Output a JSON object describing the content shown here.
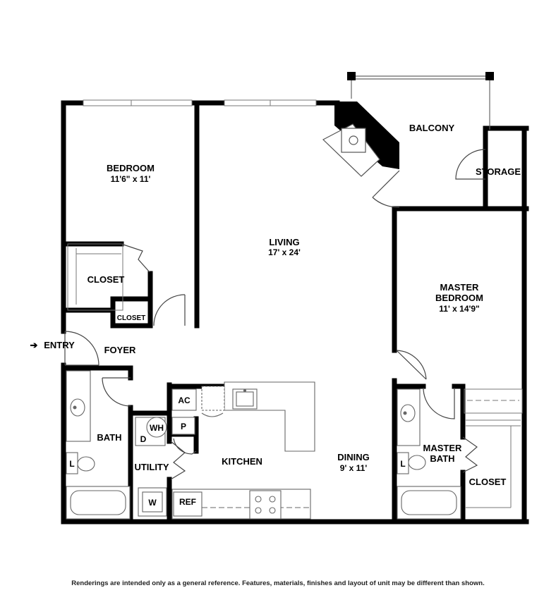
{
  "rooms": {
    "bedroom": {
      "name": "BEDROOM",
      "size": "11'6\" x 11'"
    },
    "living": {
      "name": "LIVING",
      "size": "17' x 24'"
    },
    "balcony": {
      "name": "BALCONY"
    },
    "storage": {
      "name": "STORAGE"
    },
    "master_bedroom": {
      "name_line1": "MASTER",
      "name_line2": "BEDROOM",
      "size": "11' x 14'9\""
    },
    "closet_bedroom": {
      "name": "CLOSET"
    },
    "closet_small": {
      "name": "CLOSET"
    },
    "foyer": {
      "name": "FOYER"
    },
    "entry": {
      "name": "ENTRY",
      "arrow": "➔"
    },
    "bath": {
      "name": "BATH"
    },
    "utility": {
      "name": "UTILITY"
    },
    "kitchen": {
      "name": "KITCHEN"
    },
    "dining": {
      "name": "DINING",
      "size": "9' x 11'"
    },
    "master_bath": {
      "name_line1": "MASTER",
      "name_line2": "BATH"
    },
    "closet_master": {
      "name": "CLOSET"
    }
  },
  "fixtures": {
    "ac": "AC",
    "water_heater": "WH",
    "pantry": "P",
    "dryer": "D",
    "washer": "W",
    "refrigerator": "REF",
    "linen_bath": "L",
    "linen_master": "L"
  },
  "disclaimer": "Renderings are intended only as a general reference. Features, materials, finishes and layout of unit may be different than shown.",
  "colors": {
    "wall": "#000000",
    "background": "#ffffff",
    "thin_line": "#555555"
  }
}
